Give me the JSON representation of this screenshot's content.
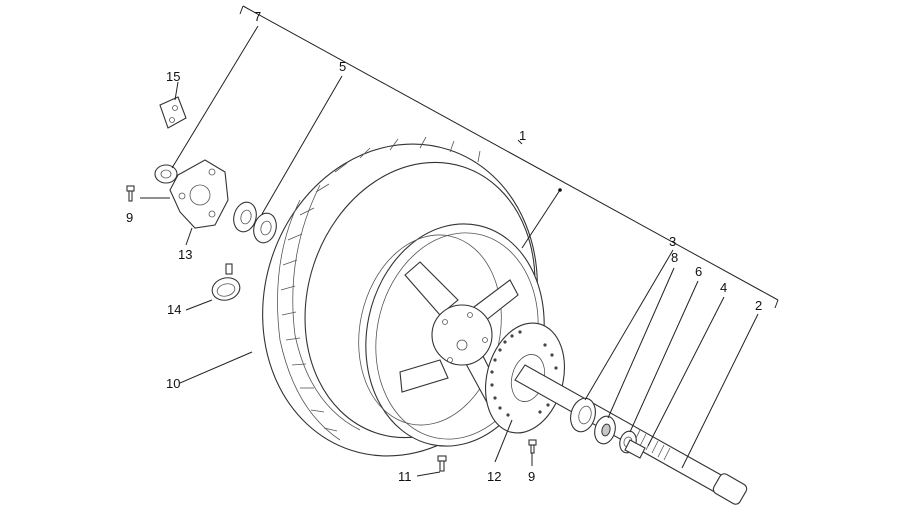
{
  "callouts": [
    {
      "id": "c1",
      "text": "1"
    },
    {
      "id": "c2",
      "text": "2"
    },
    {
      "id": "c3",
      "text": "3"
    },
    {
      "id": "c4",
      "text": "4"
    },
    {
      "id": "c5",
      "text": "5"
    },
    {
      "id": "c6",
      "text": "6"
    },
    {
      "id": "c7",
      "text": "7"
    },
    {
      "id": "c8",
      "text": "8"
    },
    {
      "id": "c9a",
      "text": "9"
    },
    {
      "id": "c9b",
      "text": "9"
    },
    {
      "id": "c10",
      "text": "10"
    },
    {
      "id": "c11",
      "text": "11"
    },
    {
      "id": "c12",
      "text": "12"
    },
    {
      "id": "c13",
      "text": "13"
    },
    {
      "id": "c14",
      "text": "14"
    },
    {
      "id": "c15",
      "text": "15"
    }
  ]
}
